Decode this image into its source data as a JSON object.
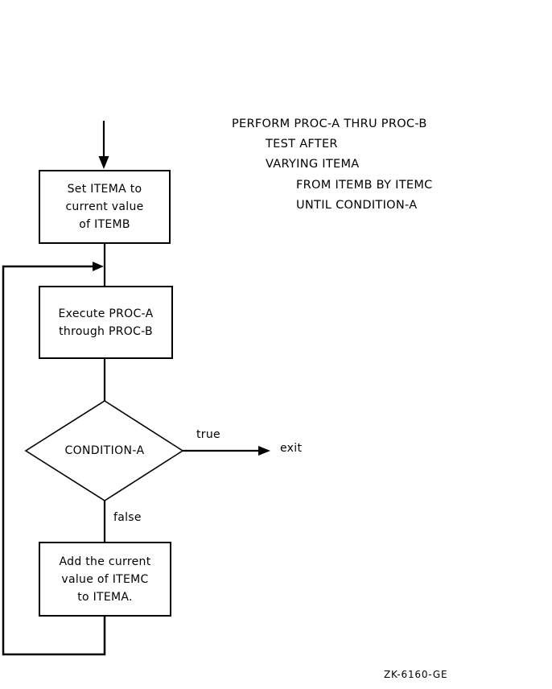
{
  "colors": {
    "background": "#ffffff",
    "line": "#000000",
    "text": "#000000"
  },
  "statement": {
    "lines": [
      "PERFORM PROC-A THRU PROC-B",
      "TEST AFTER",
      "VARYING ITEMA",
      "FROM ITEMB BY ITEMC",
      "UNTIL CONDITION-A"
    ]
  },
  "flowchart": {
    "nodes": {
      "set_itema": {
        "type": "process",
        "line1": "Set ITEMA to",
        "line2": "current value",
        "line3": "of ITEMB"
      },
      "execute_proc": {
        "type": "process",
        "line1": "Execute PROC-A",
        "line2": "through PROC-B"
      },
      "condition": {
        "type": "decision",
        "label": "CONDITION-A"
      },
      "add_itemc": {
        "type": "process",
        "line1": "Add the current",
        "line2": "value of ITEMC",
        "line3": "to ITEMA."
      }
    },
    "edge_labels": {
      "true_branch": "true",
      "exit": "exit",
      "false_branch": "false"
    }
  },
  "figure_code": "ZK-6160-GE"
}
